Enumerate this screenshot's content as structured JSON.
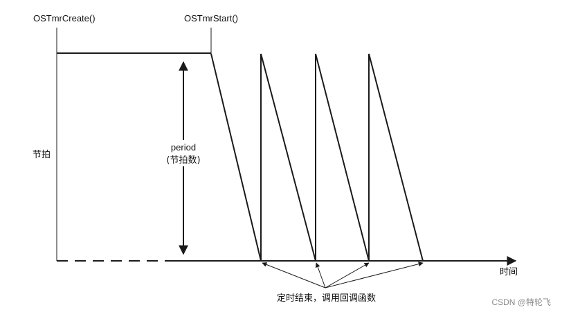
{
  "labels": {
    "create": "OSTmrCreate()",
    "start": "OSTmrStart()",
    "y_axis": "节拍",
    "period": "period",
    "period_sub": "(节拍数)",
    "x_axis": "时间",
    "callback_note": "定时结束，调用回调函数"
  },
  "watermark": "CSDN @特轮飞"
}
